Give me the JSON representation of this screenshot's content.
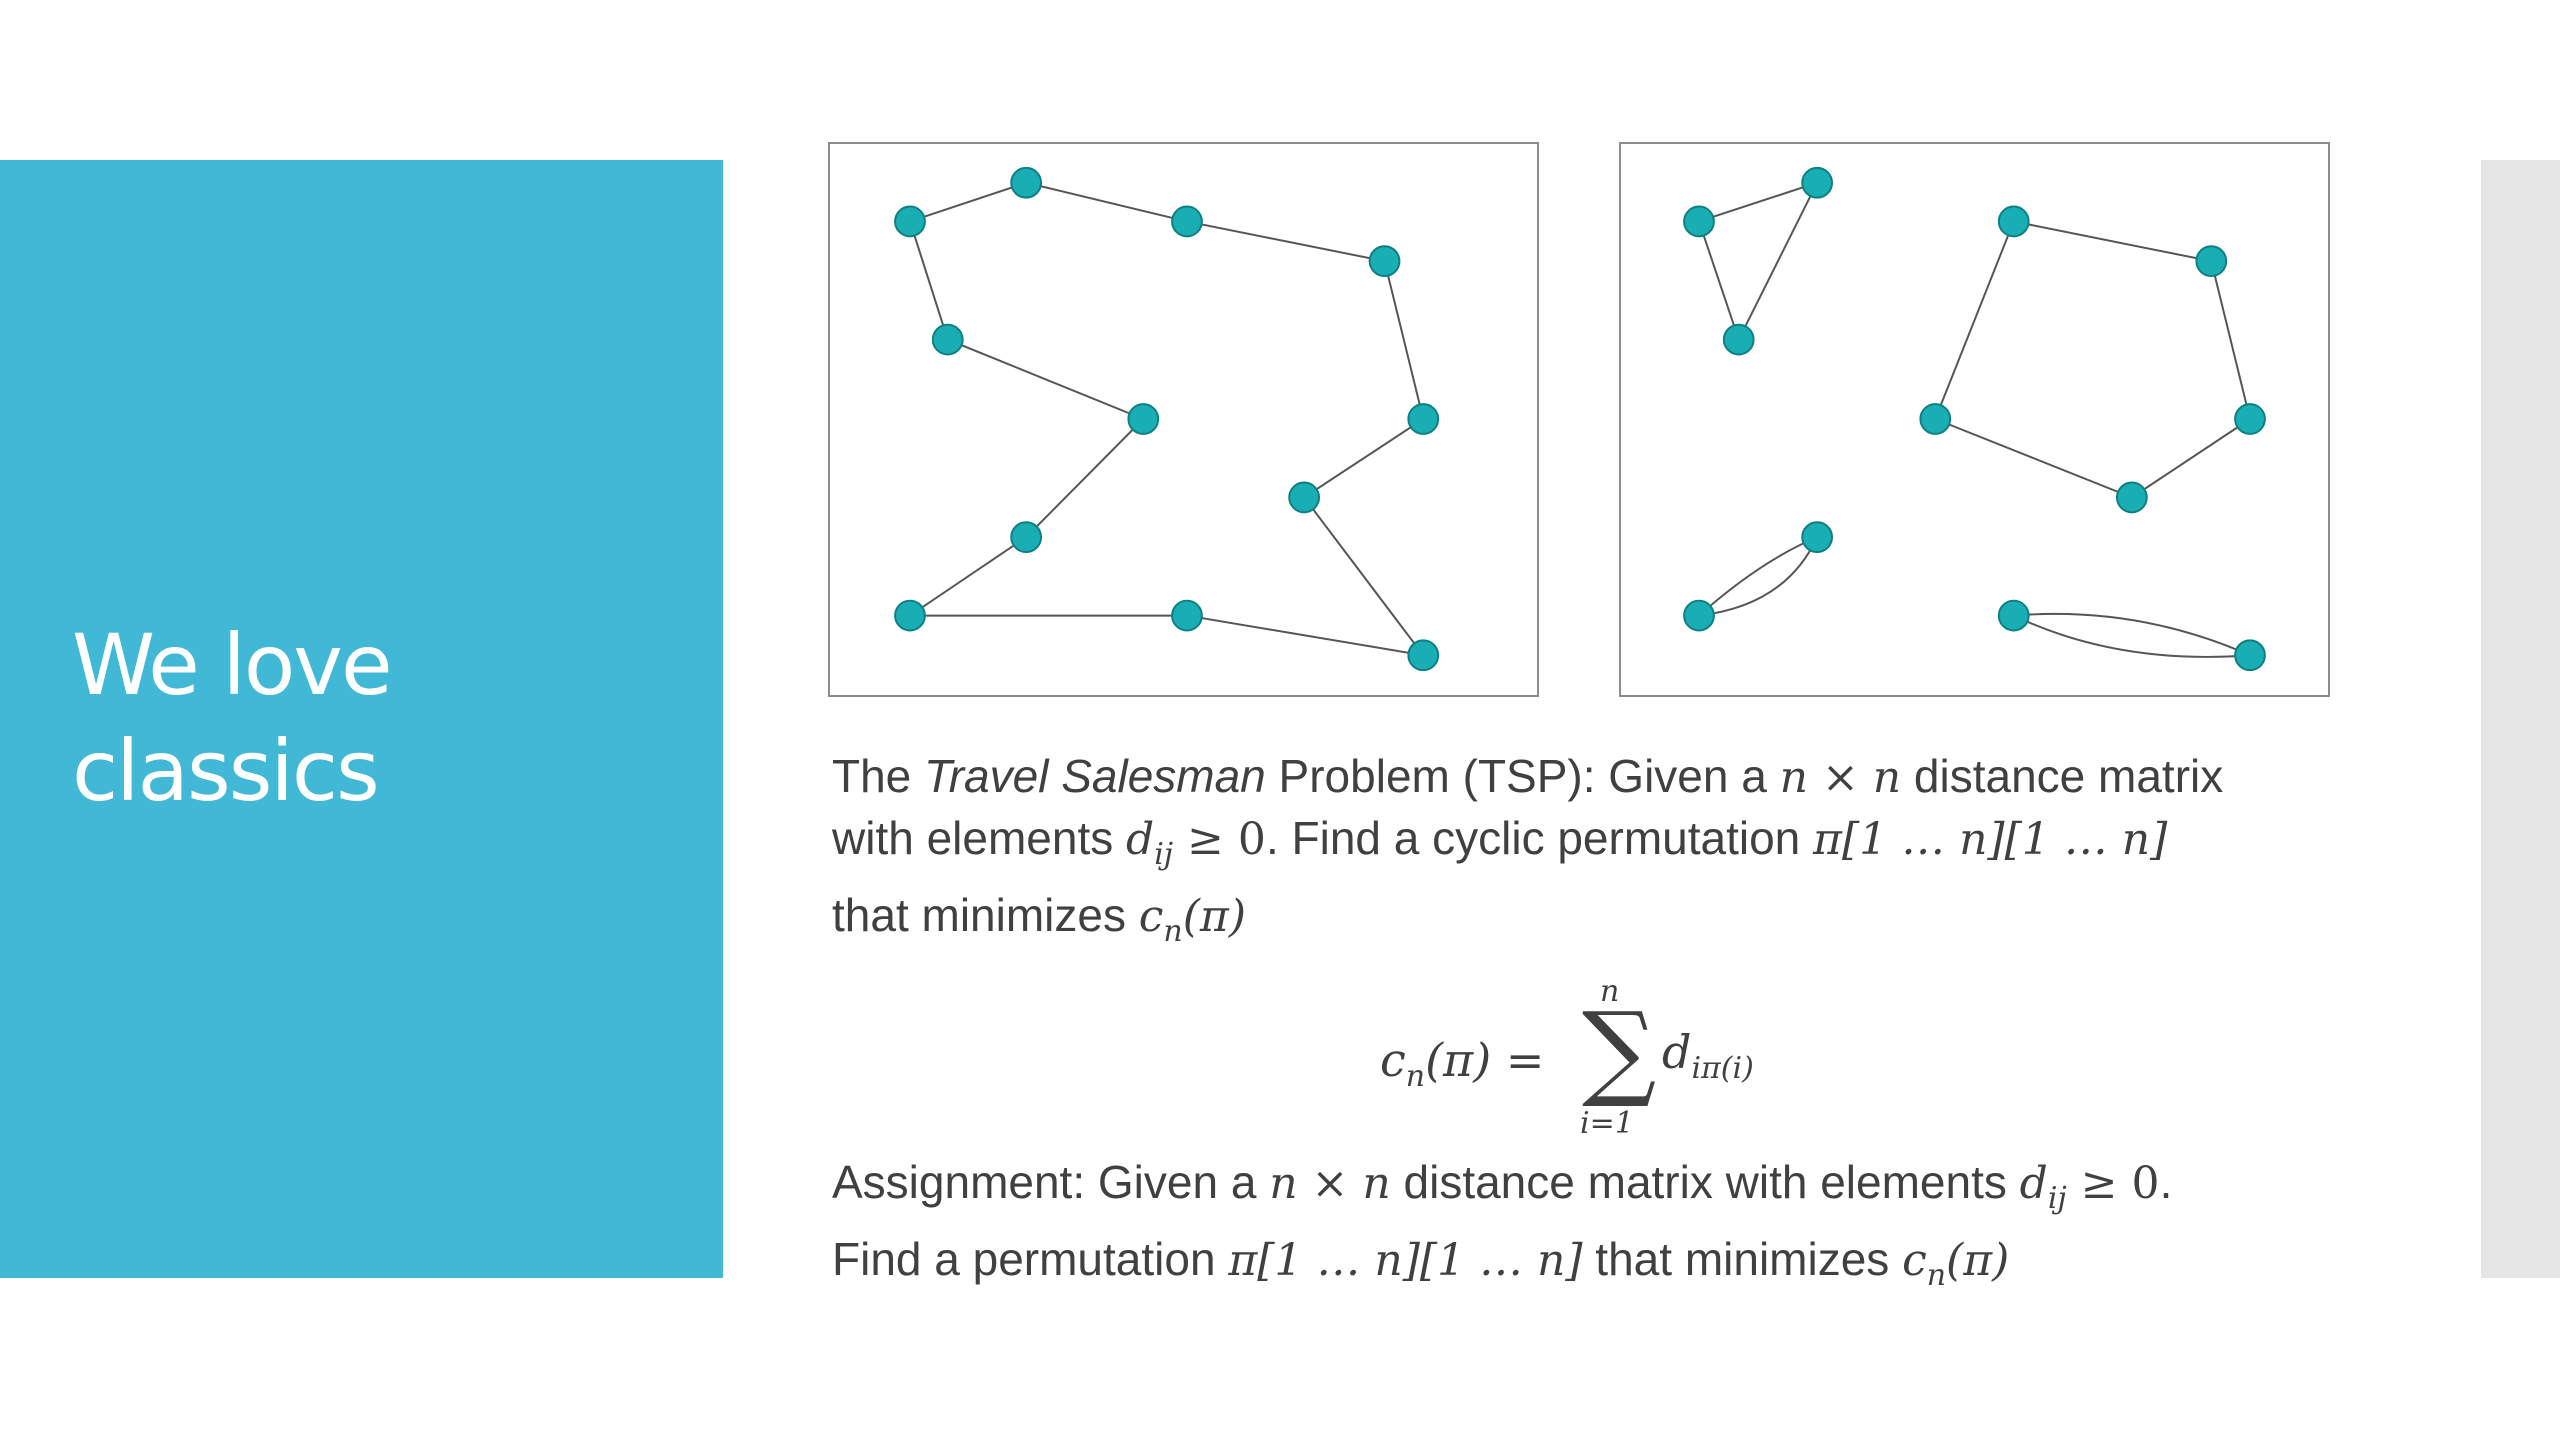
{
  "slide": {
    "title_lines": [
      "We love",
      "classics"
    ]
  },
  "colors": {
    "accent_panel": "#41b8d5",
    "node_fill": "#19aeb3",
    "side_strip": "#e6e6e6",
    "text": "#404040"
  },
  "tsp_text": {
    "w1": "The ",
    "w_italic": "Travel Salesman",
    "w2": " Problem (TSP): Given a ",
    "n1": "n",
    "times": " × ",
    "n2": "n",
    "w3": " distance matrix",
    "w4": "with elements ",
    "d": "d",
    "ij": "ij",
    "geq": " ≥ 0",
    "w5": ". Find a cyclic permutation ",
    "perm": "π[1 … n][1 … n]",
    "w6": "that minimizes ",
    "c": "c",
    "cn_sub": "n",
    "pi_arg": "(π)"
  },
  "formula": {
    "lhs_c": "c",
    "lhs_sub": "n",
    "lhs_arg": "(π) =",
    "sum": "∑",
    "upper": "n",
    "lower": "i=1",
    "rhs_d": "d",
    "rhs_sub": "iπ(i)"
  },
  "assignment_text": {
    "w1": "Assignment: Given a ",
    "n1": "n",
    "times": " × ",
    "n2": "n",
    "w2": " distance matrix with elements ",
    "d": "d",
    "ij": "ij",
    "geq": " ≥ 0",
    "w3": ".",
    "w4": "Find a permutation ",
    "perm": "π[1 … n][1 … n]",
    "w5": " that minimizes ",
    "c": "c",
    "cn_sub": "n",
    "pi_arg": "(π)"
  }
}
